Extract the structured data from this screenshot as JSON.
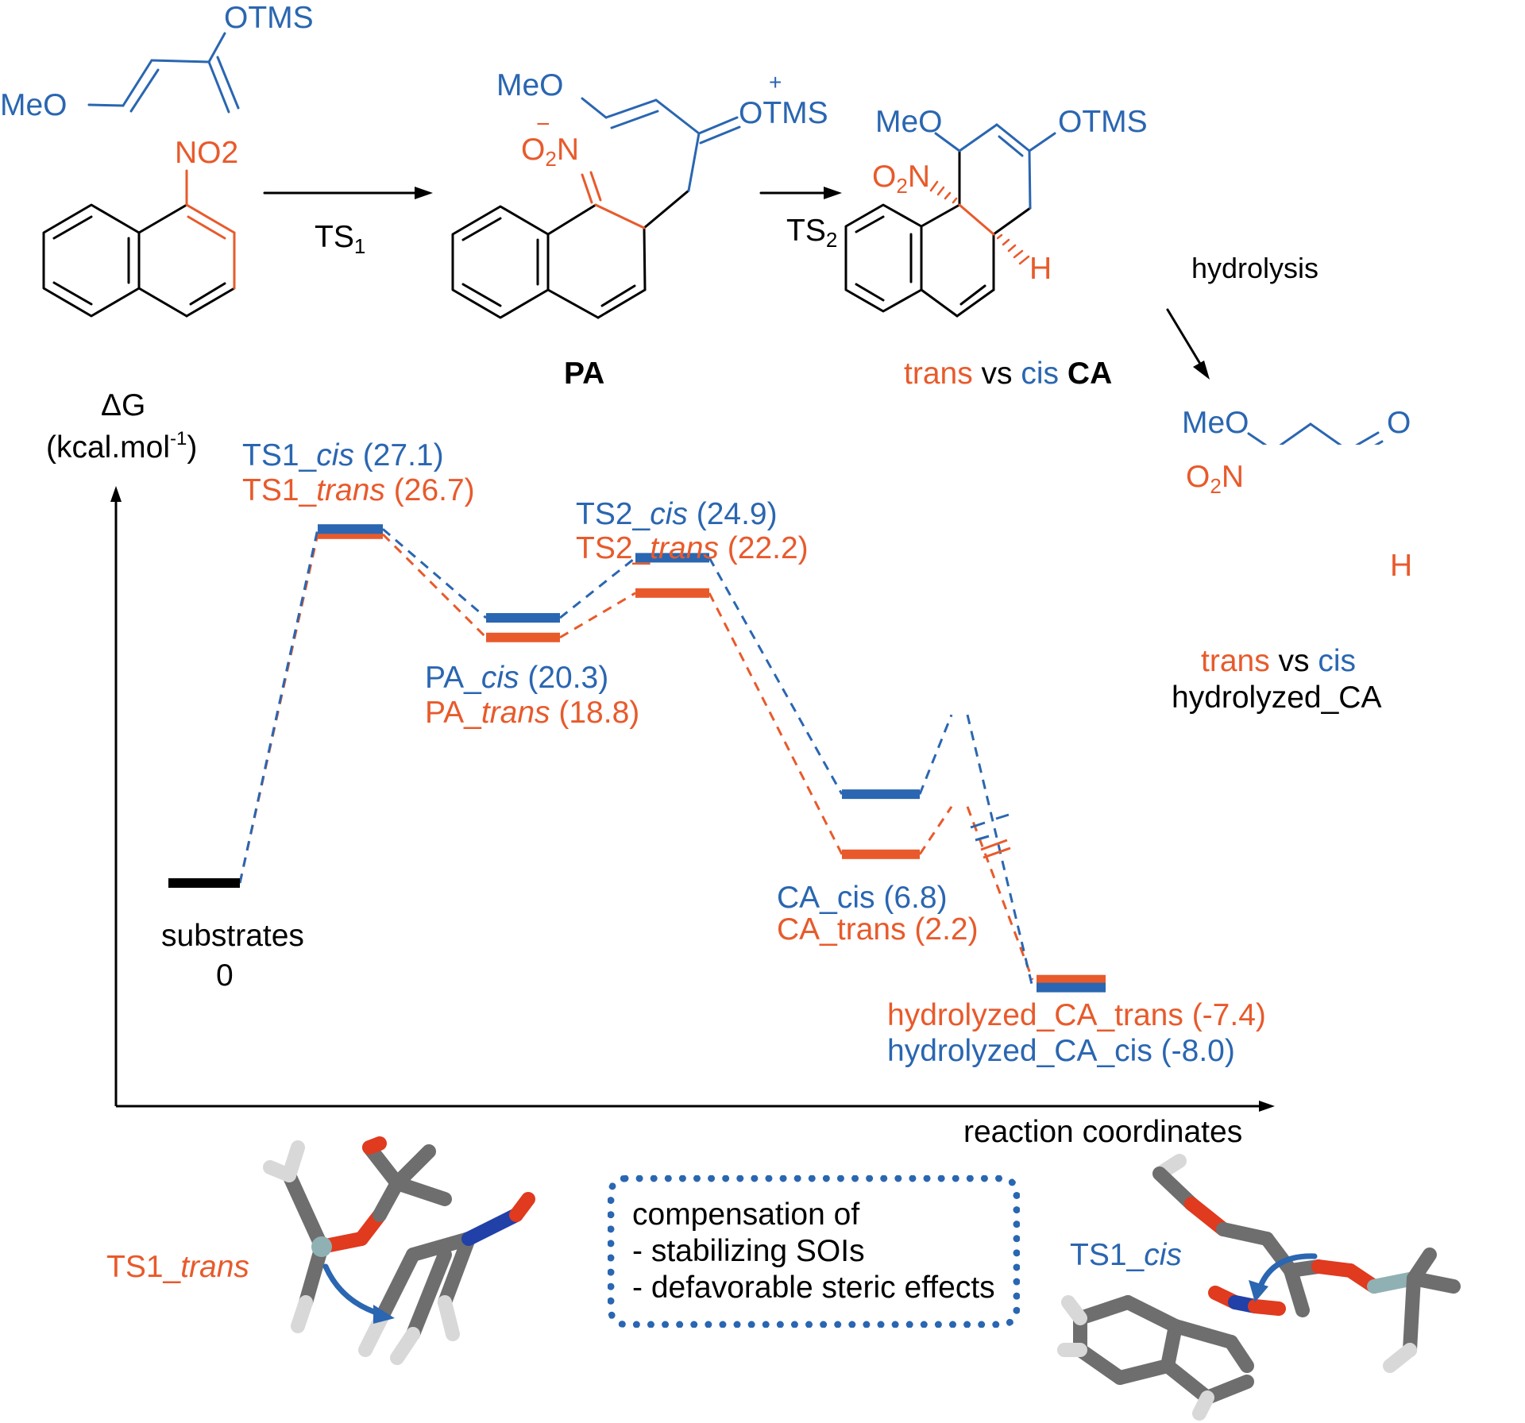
{
  "scheme": {
    "reagents": {
      "diene_substituents": [
        "MeO",
        "OTMS"
      ],
      "arene_substituent": "NO2"
    },
    "step1_label": "TS",
    "step1_subscript": "1",
    "step2_label": "TS",
    "step2_subscript": "2",
    "intermediate_label": "PA",
    "pa_substituents": {
      "meo": "MeO",
      "otms": "OTMS",
      "plus": "+",
      "nitronate": "O",
      "nitronate_sub": "2",
      "nitronate_n": "N",
      "minus": "−"
    },
    "ca_substituents": {
      "meo": "MeO",
      "otms": "OTMS",
      "nitro": "O",
      "nitro_sub": "2",
      "nitro_n": "N",
      "h": "H"
    },
    "ca_caption": {
      "trans": "trans",
      "vs": "vs",
      "cis": "cis",
      "name": "CA"
    },
    "hydrolysis_label": "hydrolysis",
    "hca_substituents": {
      "meo": "MeO",
      "o": "O",
      "nitro": "O",
      "nitro_sub": "2",
      "nitro_n": "N",
      "h": "H"
    },
    "hca_caption": {
      "trans": "trans",
      "vs": "vs",
      "cis": "cis",
      "name": "hydrolyzed_CA"
    }
  },
  "chart_data": {
    "type": "energy-profile",
    "title": "",
    "ylabel": "ΔG",
    "ylabel_unit": "(kcal.mol",
    "ylabel_unit_sup": "-1",
    "ylabel_unit_close": ")",
    "xlabel": "reaction coordinates",
    "ylim": [
      -10,
      30
    ],
    "colors": {
      "cis": "#2a66b1",
      "trans": "#e85a2b",
      "reference": "#000000"
    },
    "states": [
      "substrates",
      "TS1",
      "PA",
      "TS2",
      "CA",
      "hydrolyzed_CA"
    ],
    "reference": {
      "name": "substrates",
      "value": 0
    },
    "series": [
      {
        "name": "cis",
        "values": [
          0,
          27.1,
          20.3,
          24.9,
          6.8,
          -8.0
        ]
      },
      {
        "name": "trans",
        "values": [
          0,
          26.7,
          18.8,
          22.2,
          2.2,
          -7.4
        ]
      }
    ],
    "labels": [
      {
        "state": "TS1",
        "series": "cis",
        "prefix": "TS1_",
        "tag": "cis",
        "value": "(27.1)"
      },
      {
        "state": "TS1",
        "series": "trans",
        "prefix": "TS1_",
        "tag": "trans",
        "value": "(26.7)"
      },
      {
        "state": "PA",
        "series": "cis",
        "prefix": "PA_",
        "tag": "cis",
        "value": "(20.3)"
      },
      {
        "state": "PA",
        "series": "trans",
        "prefix": "PA_",
        "tag": "trans",
        "value": "(18.8)"
      },
      {
        "state": "TS2",
        "series": "cis",
        "prefix": "TS2_",
        "tag": "cis",
        "value": "(24.9)"
      },
      {
        "state": "TS2",
        "series": "trans",
        "prefix": "TS2_",
        "tag": "trans",
        "value": "(22.2)"
      },
      {
        "state": "CA",
        "series": "cis",
        "text": "CA_cis (6.8)"
      },
      {
        "state": "CA",
        "series": "trans",
        "text": "CA_trans (2.2)"
      },
      {
        "state": "hydrolyzed_CA",
        "series": "trans",
        "text": "hydrolyzed_CA_trans (-7.4)"
      },
      {
        "state": "hydrolyzed_CA",
        "series": "cis",
        "text": "hydrolyzed_CA_cis (-8.0)"
      }
    ],
    "reference_label": "substrates",
    "reference_value_label": "0"
  },
  "structures_3d": {
    "left_label_prefix": "TS1_",
    "left_label_tag": "trans",
    "right_label_prefix": "TS1_",
    "right_label_tag": "cis"
  },
  "note": {
    "line1": "compensation of",
    "line2": "- stabilizing SOIs",
    "line3": "- defavorable steric effects"
  }
}
